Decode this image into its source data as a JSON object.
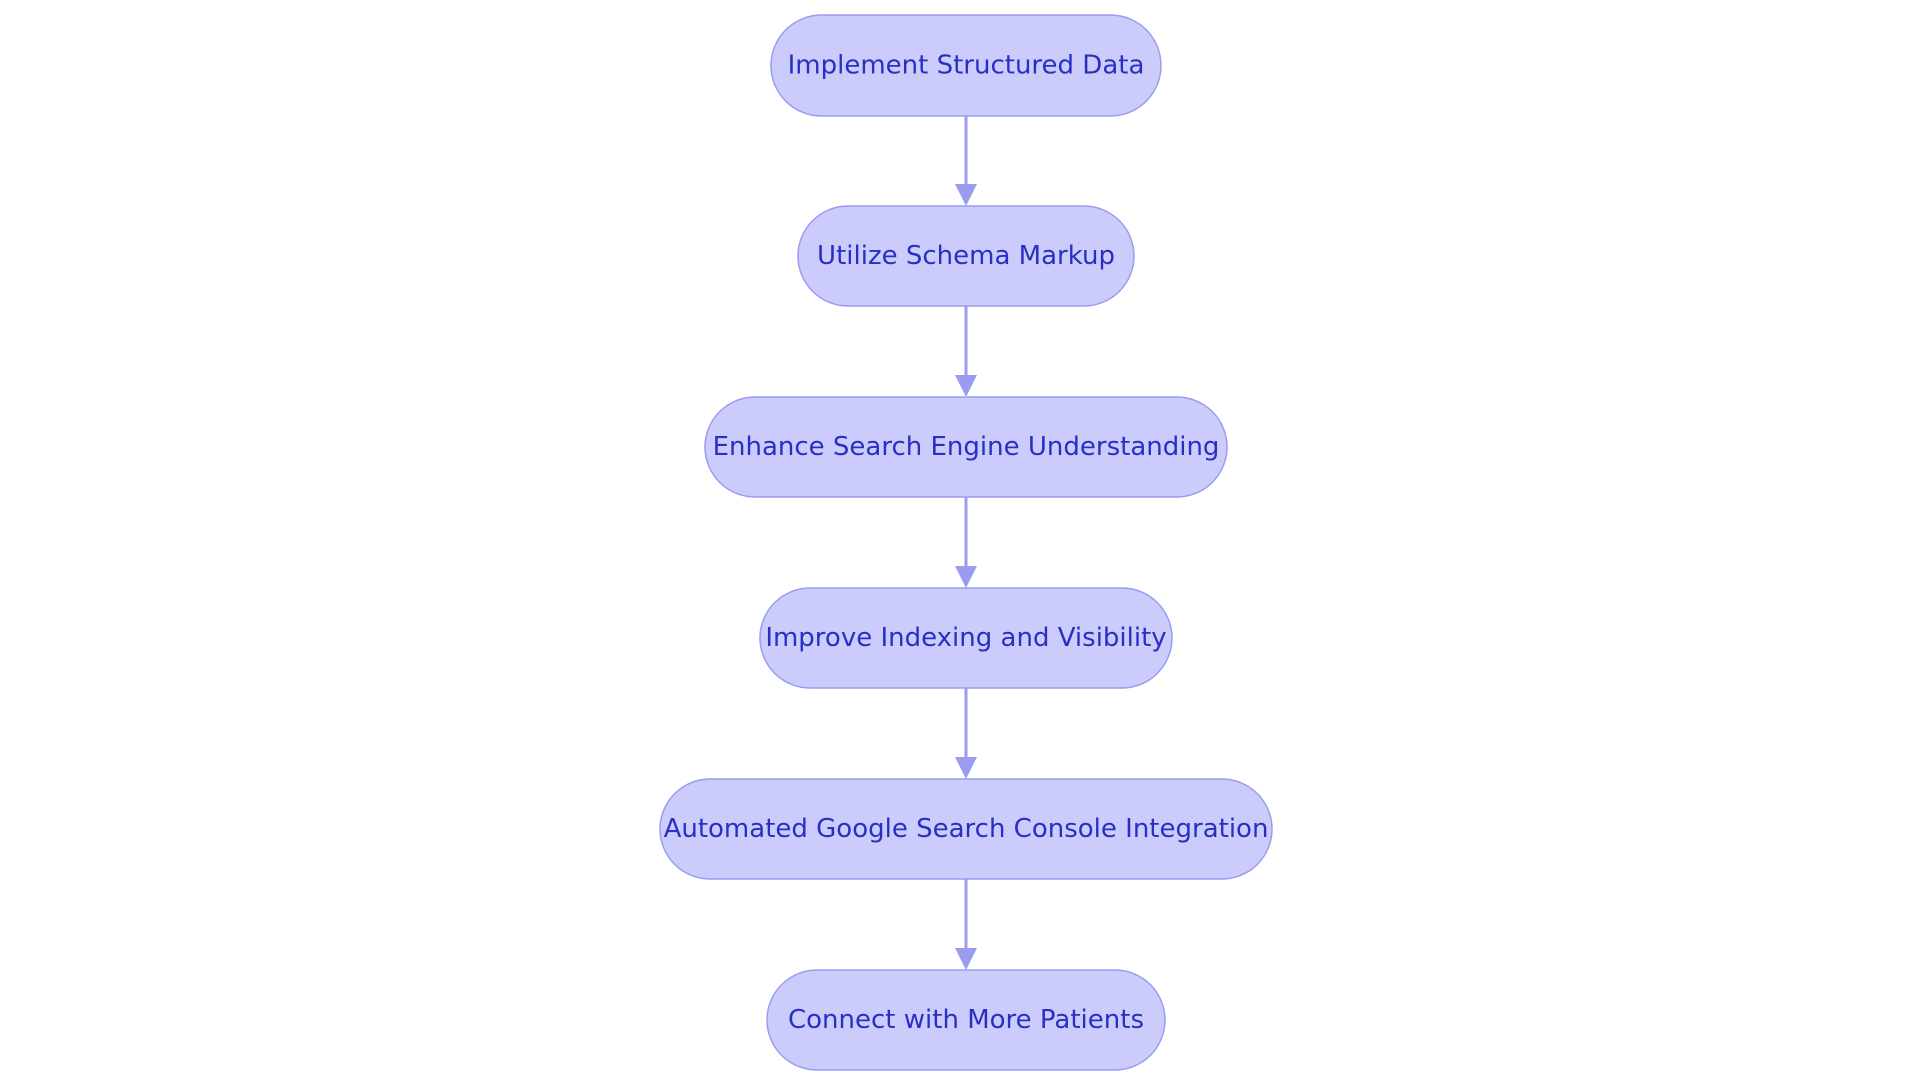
{
  "flowchart": {
    "nodes": [
      {
        "id": "n1",
        "label": "Implement Structured Data"
      },
      {
        "id": "n2",
        "label": "Utilize Schema Markup"
      },
      {
        "id": "n3",
        "label": "Enhance Search Engine Understanding"
      },
      {
        "id": "n4",
        "label": "Improve Indexing and Visibility"
      },
      {
        "id": "n5",
        "label": "Automated Google Search Console Integration"
      },
      {
        "id": "n6",
        "label": "Connect with More Patients"
      }
    ],
    "edges": [
      {
        "from": "n1",
        "to": "n2"
      },
      {
        "from": "n2",
        "to": "n3"
      },
      {
        "from": "n3",
        "to": "n4"
      },
      {
        "from": "n4",
        "to": "n5"
      },
      {
        "from": "n5",
        "to": "n6"
      }
    ],
    "colors": {
      "node_fill": "#cbccfb",
      "node_border": "#9a9cf0",
      "label_text": "#2a2fc4",
      "edge": "#9a9cf0"
    }
  }
}
